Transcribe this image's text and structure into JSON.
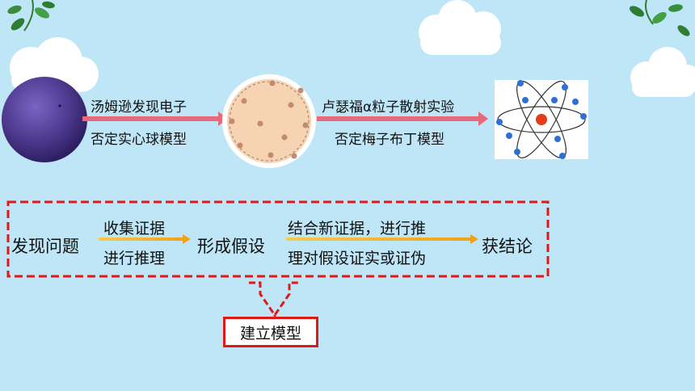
{
  "top_row": {
    "arrow1_label_top": "汤姆逊发现电子",
    "arrow1_label_bottom": "否定实心球模型",
    "arrow2_label_top": "卢瑟福α粒子散射实验",
    "arrow2_label_bottom": "否定梅子布丁模型"
  },
  "process": {
    "step1": "发现问题",
    "arrow1_top": "收集证据",
    "arrow1_bottom": "进行推理",
    "step2": "形成假设",
    "arrow2_top": "结合新证据，进行推",
    "arrow2_bottom": "理对假设证实或证伪",
    "step3": "获结论"
  },
  "result": {
    "label": "建立模型"
  },
  "colors": {
    "background": "#bfe6f7",
    "dashed_border": "#e01818",
    "top_arrow": "#e76a7a",
    "process_arrow": "#f2b630",
    "solid_sphere": "#4f3a8f",
    "pudding": "#f6d3b2",
    "pudding_dot": "#c48a6e",
    "nucleus": "#e33b1c",
    "electron": "#2f6fd6"
  }
}
